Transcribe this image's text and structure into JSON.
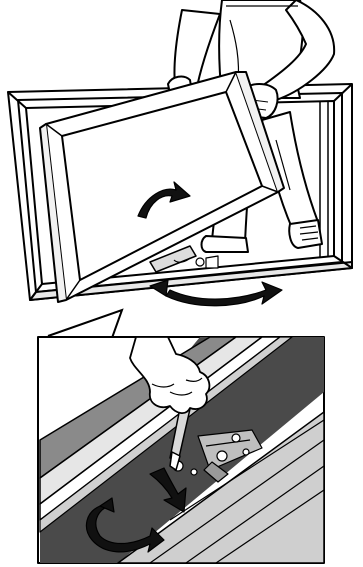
{
  "figure": {
    "top_scene": {
      "window_frame": "outer-window-frame",
      "sash": "casement-sash",
      "person": "installer-figure",
      "rotation_arrows": [
        "curved-arrow-small",
        "curved-arrow-large"
      ]
    },
    "detail_inset": {
      "callout": "callout-pointer",
      "hand": "hand-icon",
      "tool": "screwdriver-icon",
      "hinge": "hinge-mechanism",
      "rotation_arrows": [
        "curved-arrow-detail",
        "press-arrow"
      ]
    },
    "colors": {
      "line": "#000000",
      "paper": "#ffffff",
      "shade_dark": "#4a4a4a",
      "shade_mid": "#8a8a8a",
      "shade_light": "#d0d0d0"
    }
  }
}
